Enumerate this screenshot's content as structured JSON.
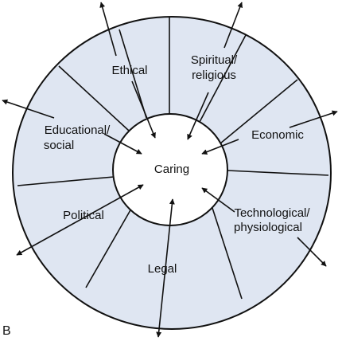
{
  "panel_letter": "B",
  "center_label": "Caring",
  "labels": {
    "ethical": "Ethical",
    "spiritual_1": "Spiritual/",
    "spiritual_2": "religious",
    "educational_1": "Educational/",
    "educational_2": "social",
    "economic": "Economic",
    "political": "Political",
    "technological_1": "Technological/",
    "technological_2": "physiological",
    "legal": "Legal"
  },
  "colors": {
    "fill": "#dfe6f2",
    "stroke": "#111111",
    "text": "#111111"
  }
}
